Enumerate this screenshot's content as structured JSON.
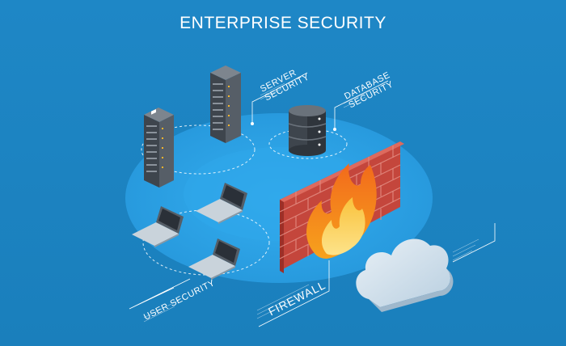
{
  "title": "ENTERPRISE SECURITY",
  "labels": {
    "server_security": [
      "SERVER",
      "SECURITY"
    ],
    "database_security": [
      "DATABASE",
      "SECURITY"
    ],
    "user_security": "USER SECURITY",
    "firewall": "FIREWALL"
  },
  "colors": {
    "background": "#1f86c4",
    "platform": "#2aa0e6",
    "brick": "#c4463c",
    "flame": "#f7a21d",
    "cloud": "#d7e5ef",
    "device": "#555d66"
  }
}
